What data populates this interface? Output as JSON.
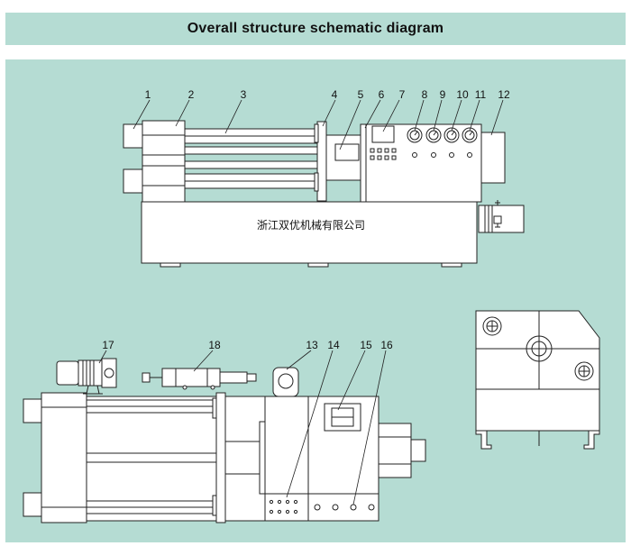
{
  "title": "Overall structure schematic diagram",
  "company_name": "浙江双优机械有限公司",
  "callouts_top": [
    "1",
    "2",
    "3",
    "4",
    "5",
    "6",
    "7",
    "8",
    "9",
    "10",
    "11",
    "12"
  ],
  "callouts_bottom": [
    "13",
    "14",
    "15",
    "16",
    "17",
    "18"
  ],
  "colors": {
    "panel_bg": "#b5dcd3",
    "machine_fill": "#ffffff",
    "stroke": "#222222"
  }
}
